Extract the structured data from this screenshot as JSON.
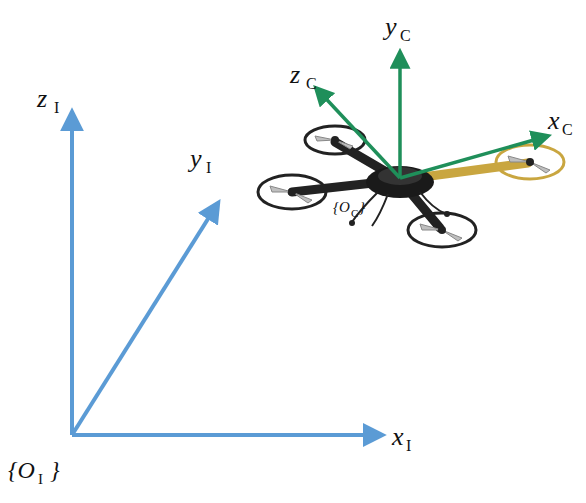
{
  "diagram": {
    "labels": [
      "z",
      "I",
      "y",
      "I",
      "x",
      "I",
      "{O",
      "I",
      "}",
      "z",
      "C",
      "y",
      "C",
      "x",
      "C",
      "{O",
      "C",
      "}"
    ]
  }
}
